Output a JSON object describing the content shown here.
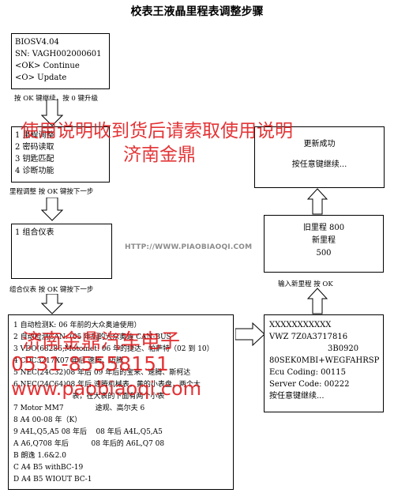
{
  "title": "校表王液晶里程表调整步骤",
  "box_bios": {
    "lines": [
      "BIOSV4.04",
      "SN: VAGH002000601",
      "<OK> Continue",
      "<O> Update"
    ]
  },
  "caption_bios": "按 OK 键继续，按 0 键升级",
  "box_menu": {
    "lines": [
      "1 里程调整",
      "2 密码读取",
      "3 钥匙匹配",
      "4 诊断功能"
    ]
  },
  "caption_menu": "里程调整   按 OK 键按下一步",
  "box_cluster": {
    "lines": [
      "1 组合仪表"
    ]
  },
  "caption_cluster": "组合仪表   按 OK 键按下一步",
  "url_watermark": "HTTP://WWW.PIAOBIAOQI.COM",
  "box_success": {
    "lines": [
      "更新成功",
      "按任意键继续..."
    ]
  },
  "box_mileage": {
    "lines": [
      "旧里程 800",
      "新里程",
      "500"
    ]
  },
  "caption_mileage": "输入新里程 按 OK",
  "box_models": {
    "lines": [
      "1 自动检测K:        06 年前的大众奥迪使用）",
      "2 自动检测CAN:    (05 年后的大众奥迪 CAN-BUS",
      "3 VDO(68286,Motomet:   06 年的捷达、帕萨特（02 到 10）",
      "4 CDC3217X07 年后    速腾、迈腾",
      "5 NEC(24C32)08 年后     09 年后的宝来、速腾、斯柯达",
      "6 NEC(24C64)08 年后     速腾机械表，黄的小表盘，两个大",
      "                          表，在大表的下面有两个小表",
      "7 Motor MM7              途观、高尔夫 6",
      "8 A4 00-08 年（K）",
      "9 A4L,Q5,A5 08 年后    08 年后 A4L,Q5,A5",
      "A A6,Q708 年后          08 年后的 A6L,Q7 08",
      "B 朗逸 1.6&2.0",
      "C A4 B5 withBC-19",
      "D A4 B5 WIOUT BC-1"
    ]
  },
  "box_info": {
    "lines": [
      "XXXXXXXXXXX",
      "VWZ 7Z0A3717816",
      "3B0920",
      "80SEK0MBI+WEGFAHRSP",
      "Ecu Coding: 00115",
      "Server Code: 00222",
      "按任意键继续..."
    ]
  },
  "red_watermarks": {
    "wm1": "使用说明收到货后请索取使用说明",
    "wm2": "济南金鼎",
    "wm3": "济南金鼎汽车电子",
    "wm4": "0531-85558151",
    "wm5": "www.paobiaoqi.com"
  }
}
